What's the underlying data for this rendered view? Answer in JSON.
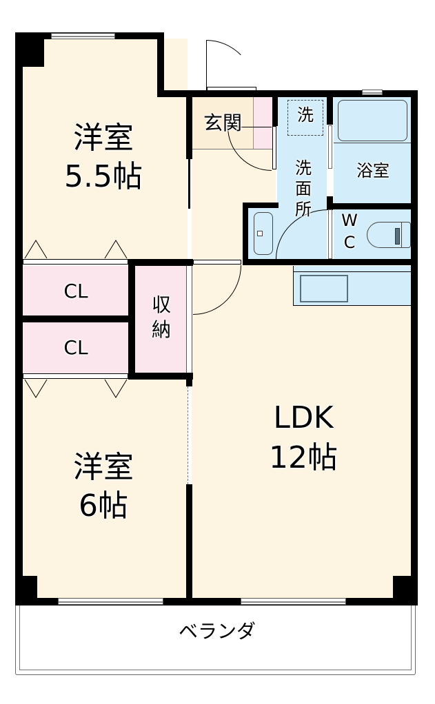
{
  "floorplan": {
    "rooms": {
      "western_room_1": {
        "name": "洋室",
        "size": "5.5帖"
      },
      "western_room_2": {
        "name": "洋室",
        "size": "6帖"
      },
      "ldk": {
        "name": "LDK",
        "size": "12帖"
      },
      "entrance": {
        "name": "玄関"
      },
      "washroom": {
        "name": "洗面所",
        "line1": "洗",
        "line2": "面",
        "line3": "所"
      },
      "washer_space": {
        "name": "洗"
      },
      "bathroom": {
        "name": "浴室"
      },
      "toilet": {
        "name": "WC",
        "line1": "W",
        "line2": "C"
      },
      "closet_1": {
        "name": "CL"
      },
      "closet_2": {
        "name": "CL"
      },
      "storage": {
        "name": "収納",
        "line1": "収",
        "line2": "納"
      },
      "balcony": {
        "name": "ベランダ"
      }
    },
    "colors": {
      "room_floor": "#fdf5e2",
      "entrance_floor": "#fbefd8",
      "wet_area": "#d3eefa",
      "closet": "#fbe6ee",
      "wall": "#000000"
    }
  }
}
